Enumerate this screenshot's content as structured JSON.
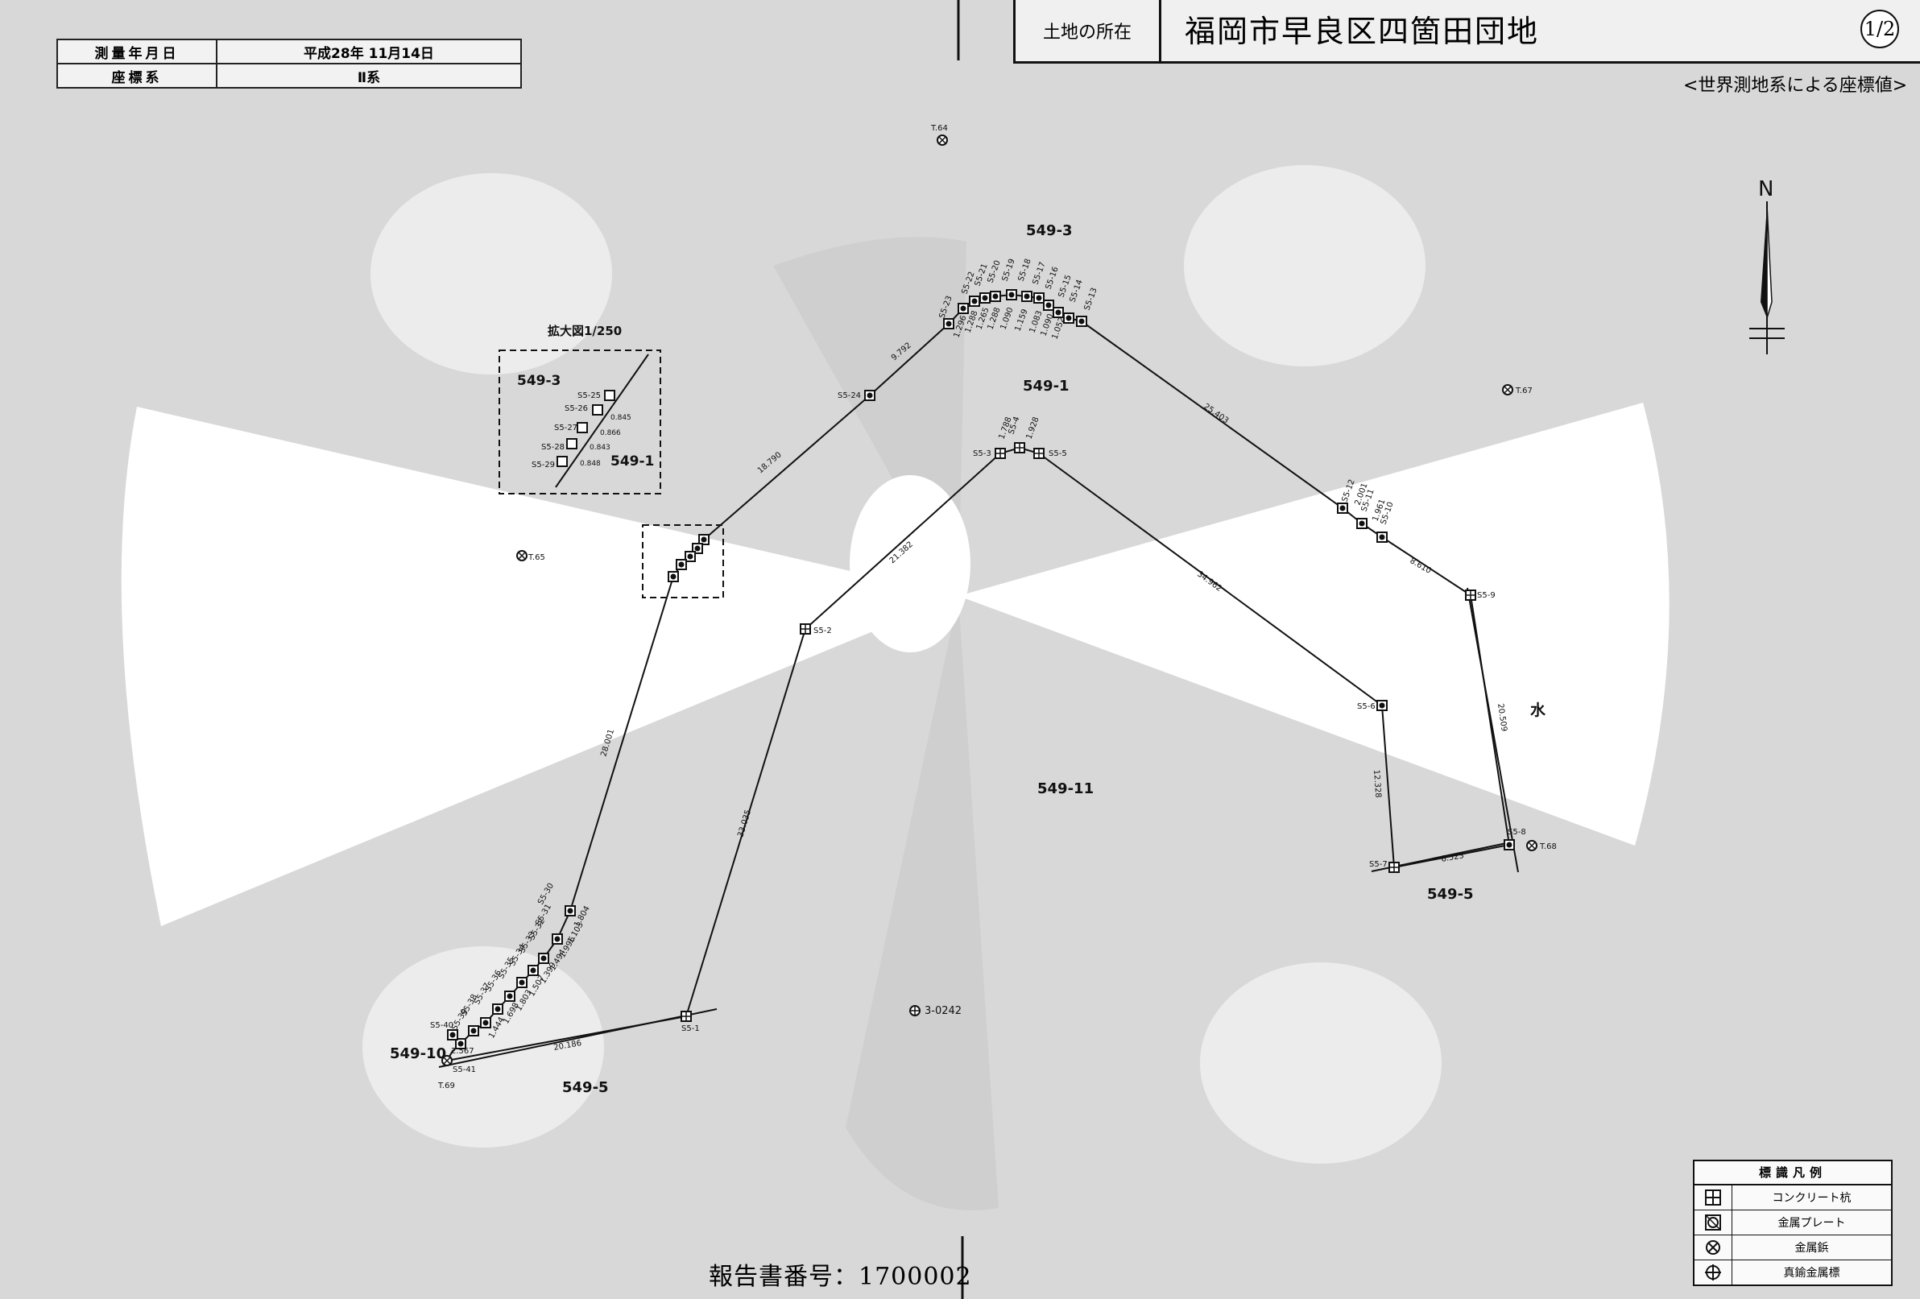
{
  "header": {
    "survey_date_label": "測量年月日",
    "survey_date_value": "平成28年 11月14日",
    "coord_system_label": "座標系",
    "coord_system_value": "Ⅱ系",
    "location_label": "土地の所在",
    "location_value": "福岡市早良区四箇田団地",
    "page_number": "1/2",
    "coord_note": "<世界測地系による座標値>"
  },
  "footer": {
    "report_number": "報告書番号：1700002"
  },
  "legend": {
    "title": "標識凡例",
    "items": [
      {
        "icon": "concrete-pile-icon",
        "label": "コンクリート杭"
      },
      {
        "icon": "metal-plate-icon",
        "label": "金属プレート"
      },
      {
        "icon": "metal-pin-icon",
        "label": "金属鋲"
      },
      {
        "icon": "brass-marker-icon",
        "label": "真鍮金属標"
      }
    ]
  },
  "colors": {
    "paper": "#d9d9d9",
    "line": "#111111",
    "watermark": "#ffffff"
  },
  "north_label": "N",
  "enlarged_view": {
    "title": "拡大図1/250",
    "parcel_upper": "549-3",
    "parcel_lower": "549-1",
    "points": [
      "S5-25",
      "S5-26",
      "S5-27",
      "S5-28",
      "S5-29"
    ],
    "distances": [
      "0.845",
      "0.866",
      "0.843",
      "0.848"
    ]
  },
  "parcels": {
    "p549_3": "549-3",
    "p549_1": "549-1",
    "p549_11": "549-11",
    "p549_5_right": "549-5",
    "p549_5_left": "549-5",
    "p549_10": "549-10",
    "water": "水"
  },
  "points": {
    "s5_1": "S5-1",
    "s5_2": "S5-2",
    "s5_3": "S5-3",
    "s5_4": "S5-4",
    "s5_5": "S5-5",
    "s5_6": "S5-6",
    "s5_7": "S5-7",
    "s5_8": "S5-8",
    "s5_9": "S5-9",
    "s5_10": "S5-10",
    "s5_11": "S5-11",
    "s5_12": "S5-12",
    "s5_13": "S5-13",
    "s5_14": "S5-14",
    "s5_15": "S5-15",
    "s5_16": "S5-16",
    "s5_17": "S5-17",
    "s5_18": "S5-18",
    "s5_19": "S5-19",
    "s5_20": "S5-20",
    "s5_21": "S5-21",
    "s5_22": "S5-22",
    "s5_23": "S5-23",
    "s5_24": "S5-24",
    "s5_30": "S5-30",
    "s5_31": "S5-31",
    "s5_32": "S5-32",
    "s5_33": "S5-33",
    "s5_34": "S5-34",
    "s5_35": "S5-35",
    "s5_36": "S5-36",
    "s5_37": "S5-37",
    "s5_38": "S5-38",
    "s5_39": "S5-39",
    "s5_40": "S5-40",
    "s5_41": "S5-41"
  },
  "benchmarks": {
    "t64": "T.64",
    "t65": "T.65",
    "t67": "T.67",
    "t68": "T.68",
    "t69": "T.69",
    "b3_0242": "3-0242"
  },
  "distances": {
    "d_24_23": "9.792",
    "d_29_24": "18.790",
    "d_13_12": "25.403",
    "d_12_11": "2.001",
    "d_11_10": "1.961",
    "d_10_9": "8.610",
    "d_9_8": "20.509",
    "d_8_7": "6.523",
    "d_7_6": "12.328",
    "d_6_5": "34.962",
    "d_3_4": "1.788",
    "d_4_5": "1.928",
    "d_2_3": "21.382",
    "d_1_2": "33.035",
    "d_30_29": "28.001",
    "d_41_1": "20.186",
    "d_41_40": "2.567",
    "chain_left": [
      "1.804",
      "1.103",
      "1.996",
      "1.494",
      "1.399",
      "1.507",
      "1.803",
      "1.698",
      "1.444"
    ],
    "chain_top": [
      "1.296",
      "1.288",
      "1.265",
      "1.288",
      "1.090",
      "1.159",
      "1.083",
      "1.090",
      "1.052"
    ]
  }
}
